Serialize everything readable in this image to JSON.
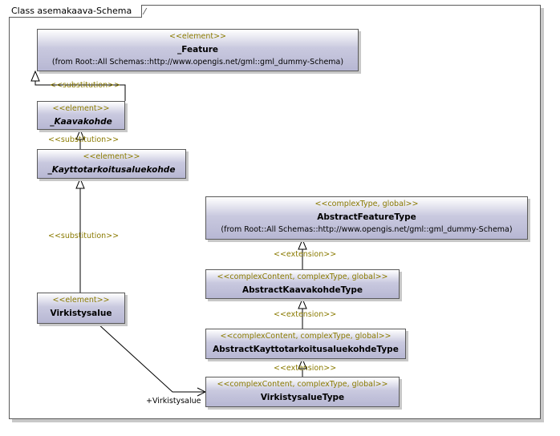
{
  "diagram": {
    "title": "Class asemakaava-Schema",
    "classes": {
      "feature": {
        "stereotype": "<<element>>",
        "name": "_Feature",
        "from": "(from Root::All Schemas::http://www.opengis.net/gml::gml_dummy-Schema)"
      },
      "kaavakohde": {
        "stereotype": "<<element>>",
        "name": "_Kaavakohde"
      },
      "kayttotarkoitus": {
        "stereotype": "<<element>>",
        "name": "_Kayttotarkoitusaluekohde"
      },
      "virkistysalue": {
        "stereotype": "<<element>>",
        "name": "Virkistysalue"
      },
      "abstract_feature_type": {
        "stereotype": "<<complexType, global>>",
        "name": "AbstractFeatureType",
        "from": "(from Root::All Schemas::http://www.opengis.net/gml::gml_dummy-Schema)"
      },
      "abstract_kaavakohde_type": {
        "stereotype": "<<complexContent, complexType, global>>",
        "name": "AbstractKaavakohdeType"
      },
      "abstract_kayttotarkoitus_type": {
        "stereotype": "<<complexContent, complexType, global>>",
        "name": "AbstractKayttotarkoitusaluekohdeType"
      },
      "virkistysalue_type": {
        "stereotype": "<<complexContent, complexType, global>>",
        "name": "VirkistysalueType"
      }
    },
    "relations": {
      "substitution_1": "<<substitution>>",
      "substitution_2": "<<substitution>>",
      "substitution_3": "<<substitution>>",
      "extension_1": "<<extension>>",
      "extension_2": "<<extension>>",
      "extension_3": "<<extension>>",
      "association_role": "+Virkistysalue"
    }
  }
}
